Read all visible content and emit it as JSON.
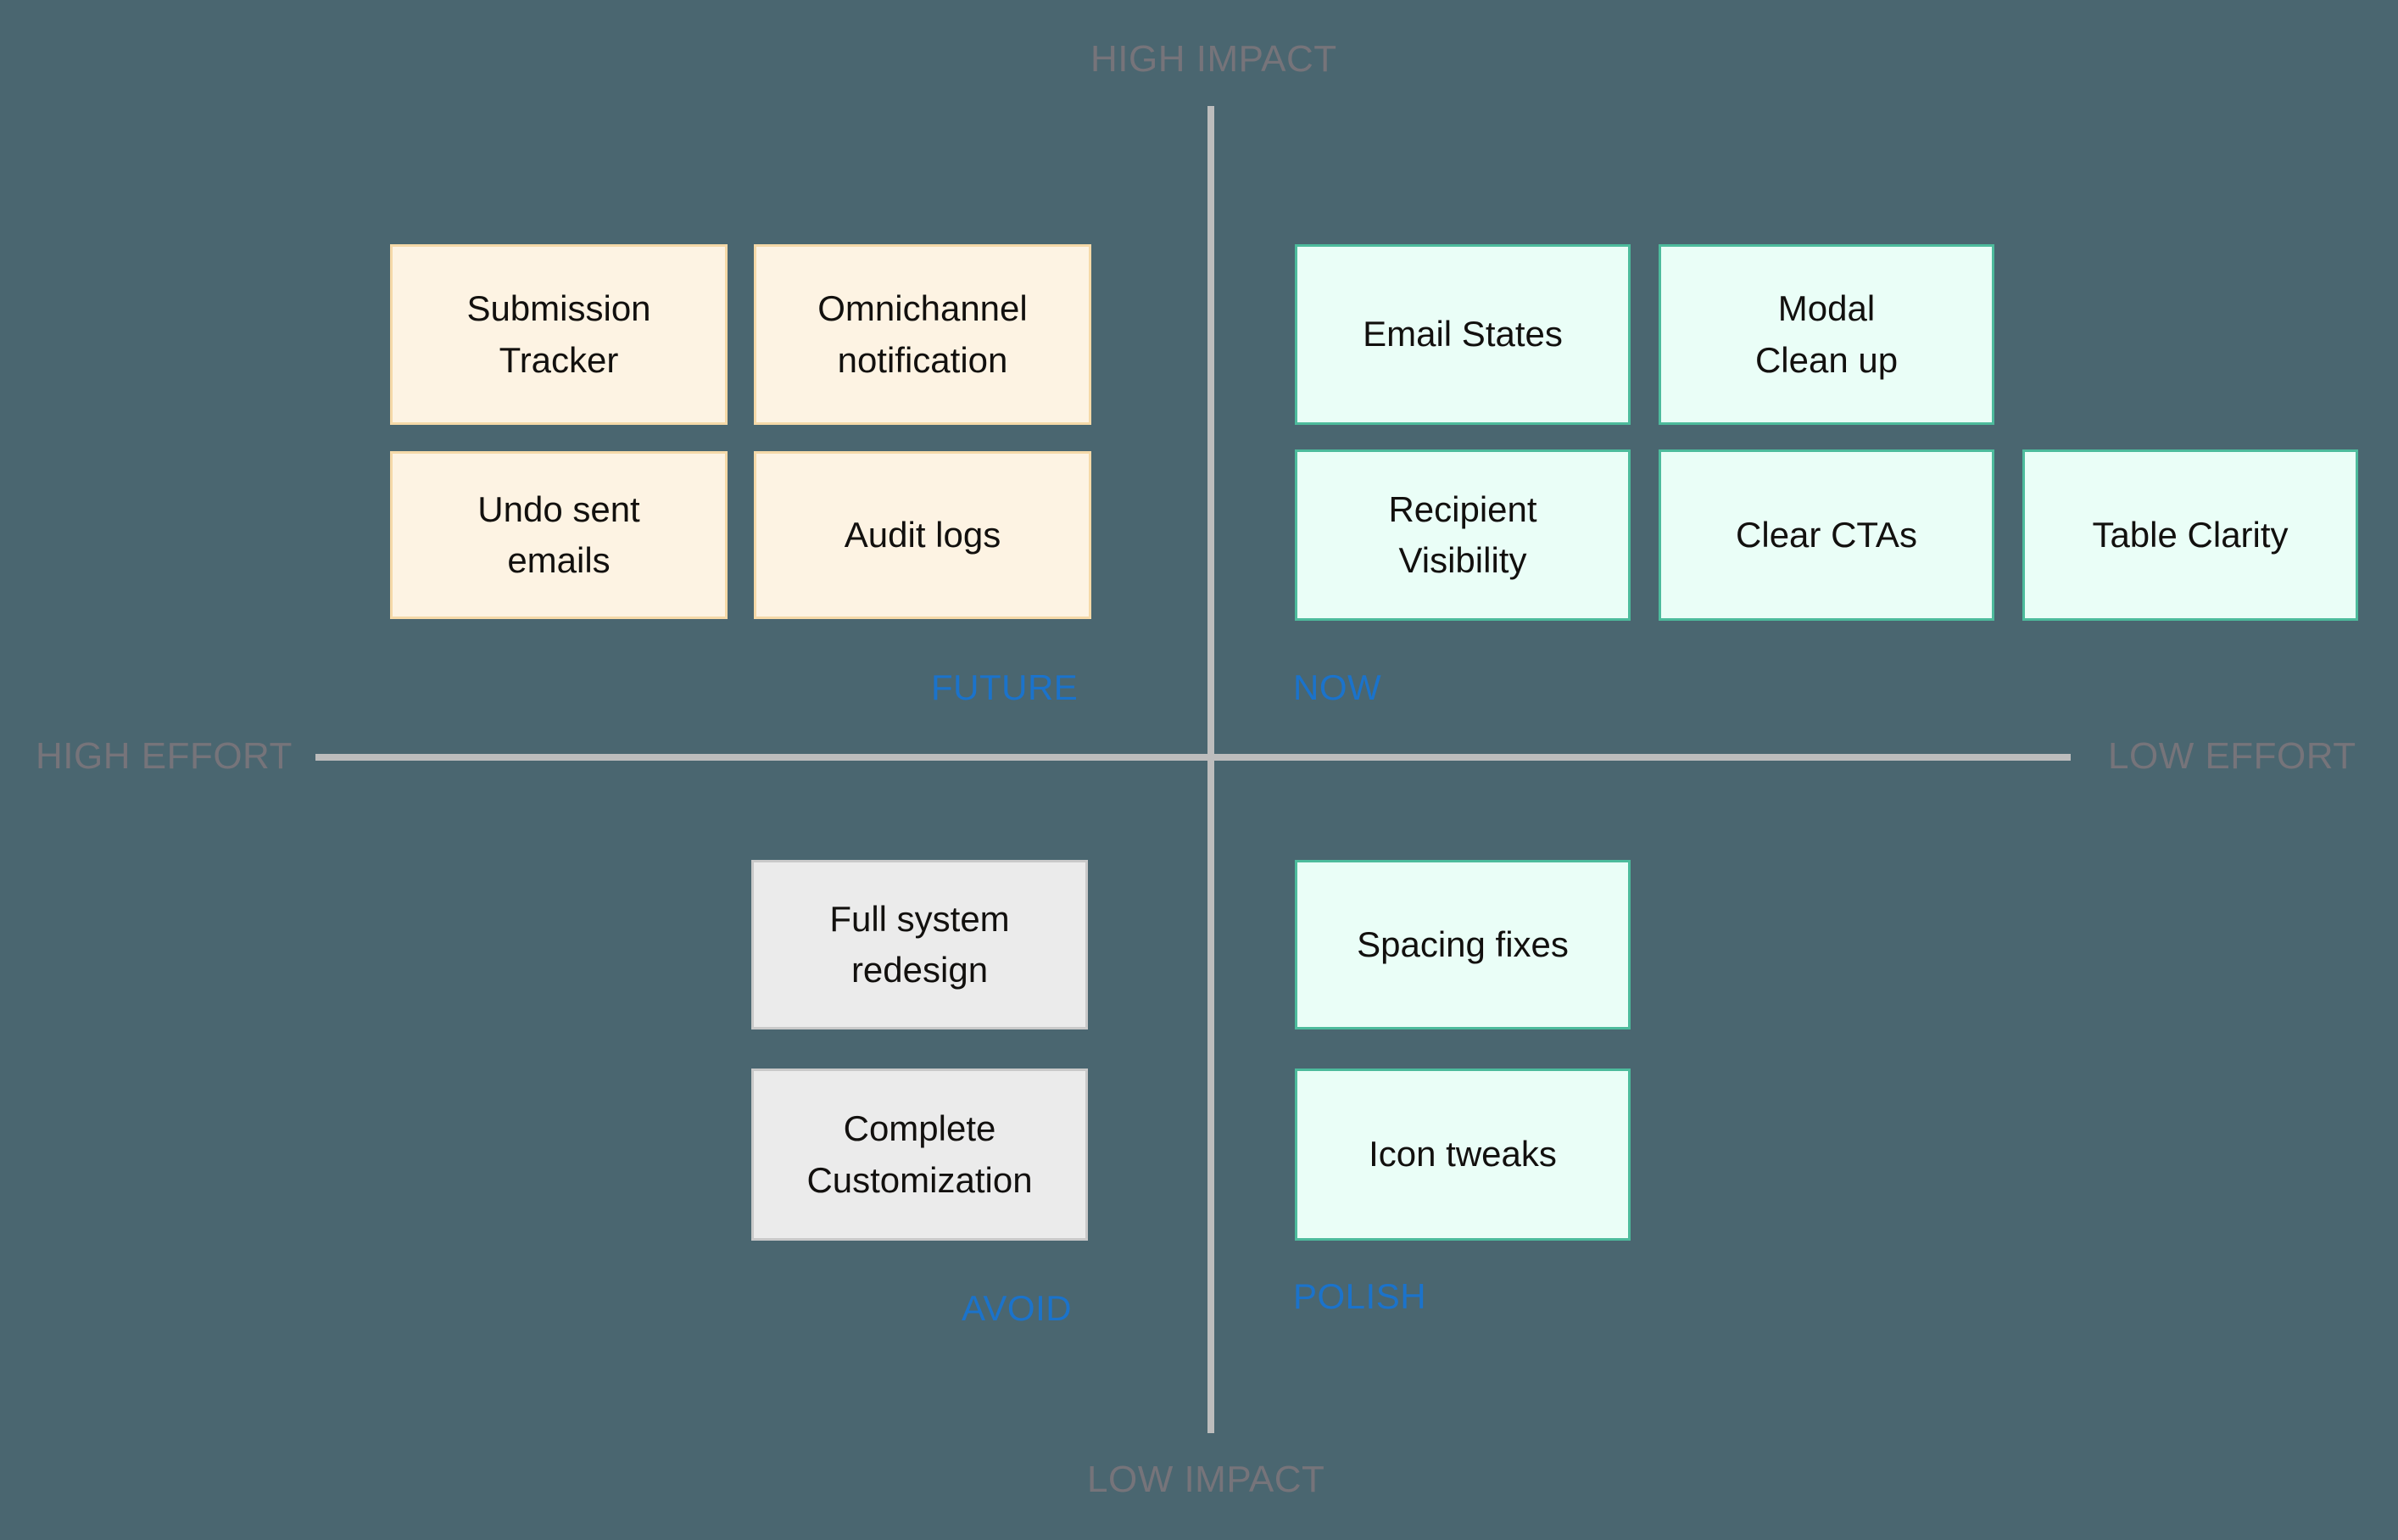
{
  "board": {
    "background_color": "#4a6670",
    "axis_line_color": "#bdbdbd",
    "axis_label_color": "#76747a",
    "quadrant_label_color": "#1b73cb"
  },
  "axes": {
    "top": "HIGH IMPACT",
    "bottom": "LOW IMPACT",
    "left": "HIGH EFFORT",
    "right": "LOW EFFORT"
  },
  "quadrants": {
    "future": {
      "label": "FUTURE",
      "card_fill": "#fdf3e3",
      "card_border": "#f5d9a8",
      "cards": [
        {
          "text": "Submission\nTracker"
        },
        {
          "text": "Omnichannel\nnotification"
        },
        {
          "text": "Undo sent\nemails"
        },
        {
          "text": "Audit logs"
        }
      ]
    },
    "now": {
      "label": "NOW",
      "card_fill": "#eafef7",
      "card_border": "#4dbb9c",
      "cards": [
        {
          "text": "Email States"
        },
        {
          "text": "Modal\nClean up"
        },
        {
          "text": "Recipient\nVisibility"
        },
        {
          "text": "Clear CTAs"
        },
        {
          "text": "Table Clarity"
        }
      ]
    },
    "avoid": {
      "label": "AVOID",
      "card_fill": "#ebebeb",
      "card_border": "#c9c9c9",
      "cards": [
        {
          "text": "Full system\nredesign"
        },
        {
          "text": "Complete\nCustomization"
        }
      ]
    },
    "polish": {
      "label": "POLISH",
      "card_fill": "#eafef7",
      "card_border": "#4dbb9c",
      "cards": [
        {
          "text": "Spacing fixes"
        },
        {
          "text": "Icon tweaks"
        }
      ]
    }
  }
}
